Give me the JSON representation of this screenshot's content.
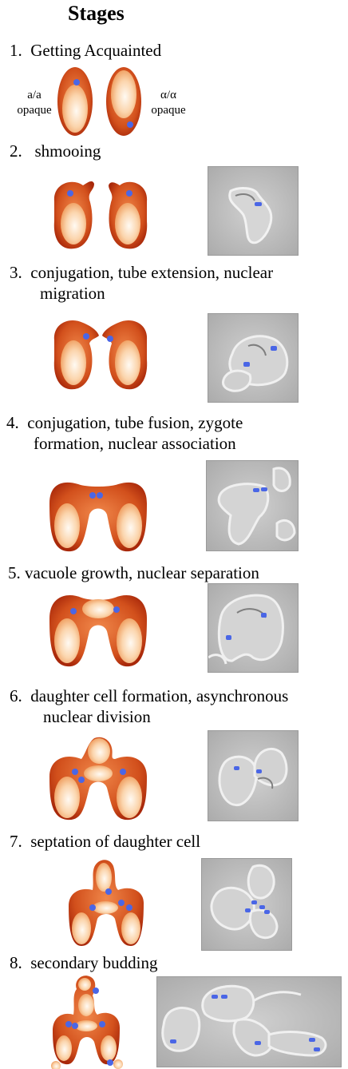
{
  "title": "Stages",
  "stages": [
    {
      "num": "1.",
      "text": "Getting Acquainted"
    },
    {
      "num": "2.",
      "text": "shmooing"
    },
    {
      "num": "3.",
      "line1": "conjugation, tube extension, nuclear",
      "line2": "migration"
    },
    {
      "num": "4.",
      "line1": "conjugation, tube fusion, zygote",
      "line2": "formation, nuclear association"
    },
    {
      "num": "5.",
      "text": "vacuole growth, nuclear separation"
    },
    {
      "num": "6.",
      "line1": "daughter cell formation, asynchronous",
      "line2": "nuclear division"
    },
    {
      "num": "7.",
      "text": "septation of daughter cell"
    },
    {
      "num": "8.",
      "text": "secondary budding"
    }
  ],
  "cell_labels": {
    "left_type": "a/a",
    "left_state": "opaque",
    "right_type": "α/α",
    "right_state": "opaque"
  },
  "colors": {
    "cell_outer": "#b8320a",
    "cell_mid": "#e2632a",
    "vacuole_center": "#fff7ef",
    "vacuole_edge": "#f0a062",
    "nucleus": "#4a66e6",
    "photo_bg": "#bfbfbf"
  }
}
